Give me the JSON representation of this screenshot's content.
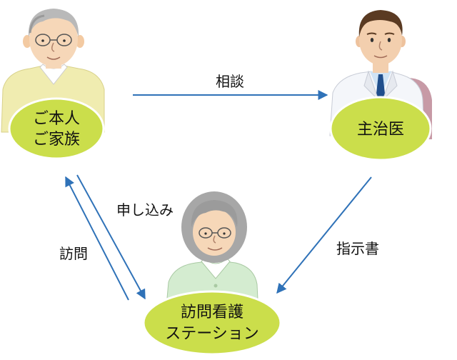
{
  "colors": {
    "arrow": "#2f72b8",
    "node_fill": "#cbde4b",
    "node_stroke": "#ffffff",
    "text": "#111111"
  },
  "nodes": {
    "patient": {
      "line1": "ご本人",
      "line2": "ご家族",
      "icon": "elderly-man-icon"
    },
    "doctor": {
      "label": "主治医",
      "icon": "doctor-icon"
    },
    "station": {
      "line1": "訪問看護",
      "line2": "ステーション",
      "icon": "nurse-woman-icon"
    }
  },
  "edges": {
    "consult": "相談",
    "apply": "申し込み",
    "visit": "訪問",
    "instruction": "指示書"
  }
}
